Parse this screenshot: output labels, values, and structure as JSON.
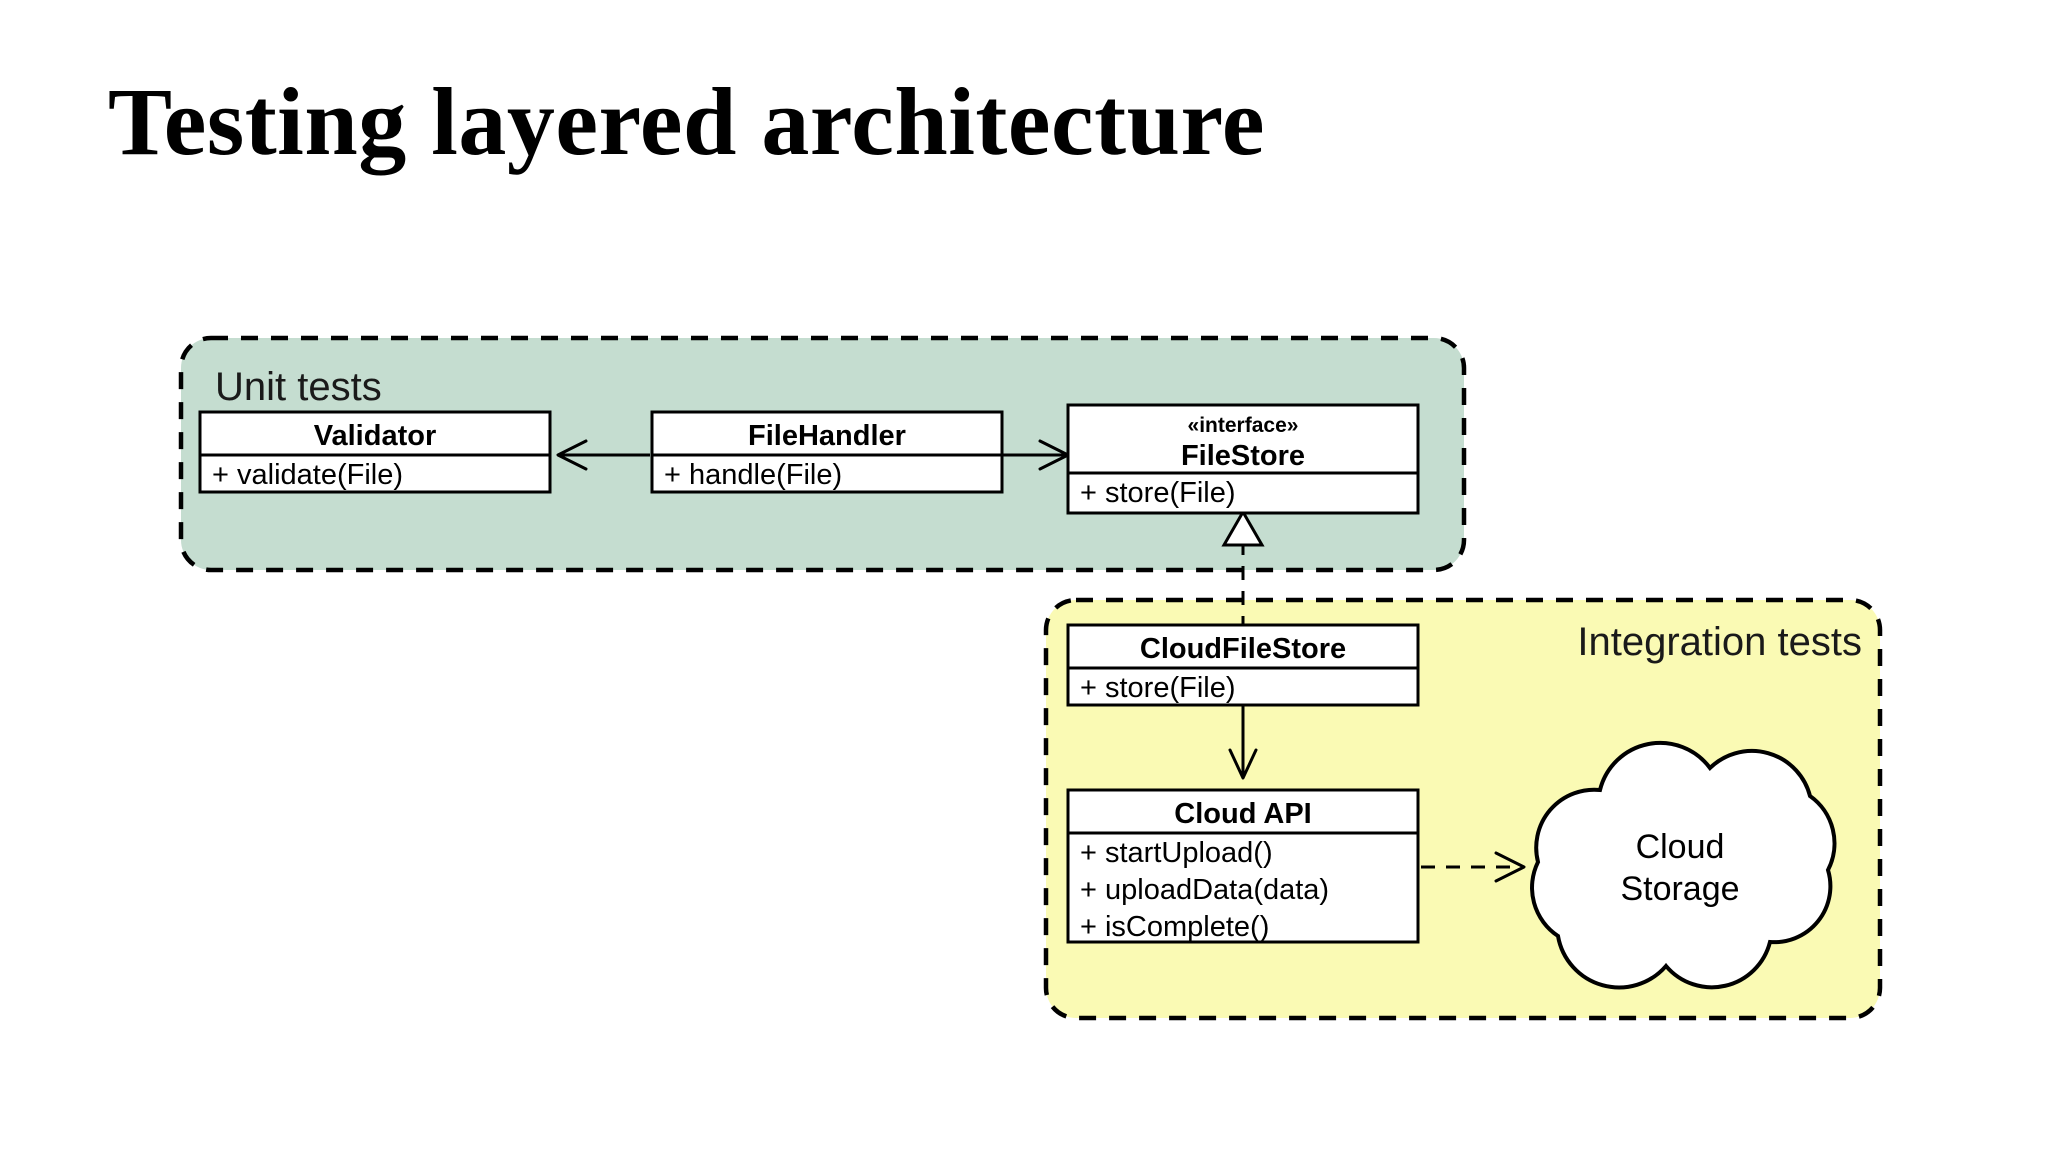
{
  "slide": {
    "title": "Testing layered architecture"
  },
  "diagram": {
    "type": "uml-class-diagram",
    "groups": [
      {
        "id": "unit-tests",
        "label": "Unit tests",
        "fill": "#c5ddd0",
        "border": "#000000",
        "border_style": "dashed",
        "label_position": "top-left"
      },
      {
        "id": "integration-tests",
        "label": "Integration tests",
        "fill": "#fafab4",
        "border": "#000000",
        "border_style": "dashed",
        "label_position": "top-right"
      }
    ],
    "classes": [
      {
        "id": "validator",
        "stereotype": "",
        "name": "Validator",
        "members": [
          "+ validate(File)"
        ],
        "group": "unit-tests"
      },
      {
        "id": "filehandler",
        "stereotype": "",
        "name": "FileHandler",
        "members": [
          "+ handle(File)"
        ],
        "group": "unit-tests"
      },
      {
        "id": "filestore",
        "stereotype": "«interface»",
        "name": "FileStore",
        "members": [
          "+ store(File)"
        ],
        "group": "unit-tests"
      },
      {
        "id": "cloudfilestore",
        "stereotype": "",
        "name": "CloudFileStore",
        "members": [
          "+ store(File)"
        ],
        "group": "integration-tests"
      },
      {
        "id": "cloudapi",
        "stereotype": "",
        "name": "Cloud API",
        "members": [
          "+ startUpload()",
          "+ uploadData(data)",
          "+ isComplete()"
        ],
        "group": "integration-tests"
      }
    ],
    "nodes": [
      {
        "id": "cloud-storage",
        "shape": "cloud",
        "label_line1": "Cloud",
        "label_line2": "Storage",
        "group": "integration-tests"
      }
    ],
    "edges": [
      {
        "id": "filehandler-to-validator",
        "from": "filehandler",
        "to": "validator",
        "style": "solid",
        "arrow": "open"
      },
      {
        "id": "filehandler-to-filestore",
        "from": "filehandler",
        "to": "filestore",
        "style": "solid",
        "arrow": "open"
      },
      {
        "id": "cloudfilestore-realizes-filestore",
        "from": "cloudfilestore",
        "to": "filestore",
        "style": "dashed",
        "arrow": "hollow-triangle"
      },
      {
        "id": "cloudfilestore-to-cloudapi",
        "from": "cloudfilestore",
        "to": "cloudapi",
        "style": "solid",
        "arrow": "open"
      },
      {
        "id": "cloudapi-to-cloud-storage",
        "from": "cloudapi",
        "to": "cloud-storage",
        "style": "dashed",
        "arrow": "open"
      }
    ],
    "colors": {
      "unit_tests_fill": "#c5ddd0",
      "integration_tests_fill": "#fafab4",
      "class_fill": "#ffffff",
      "stroke": "#000000",
      "background": "#ffffff"
    }
  }
}
